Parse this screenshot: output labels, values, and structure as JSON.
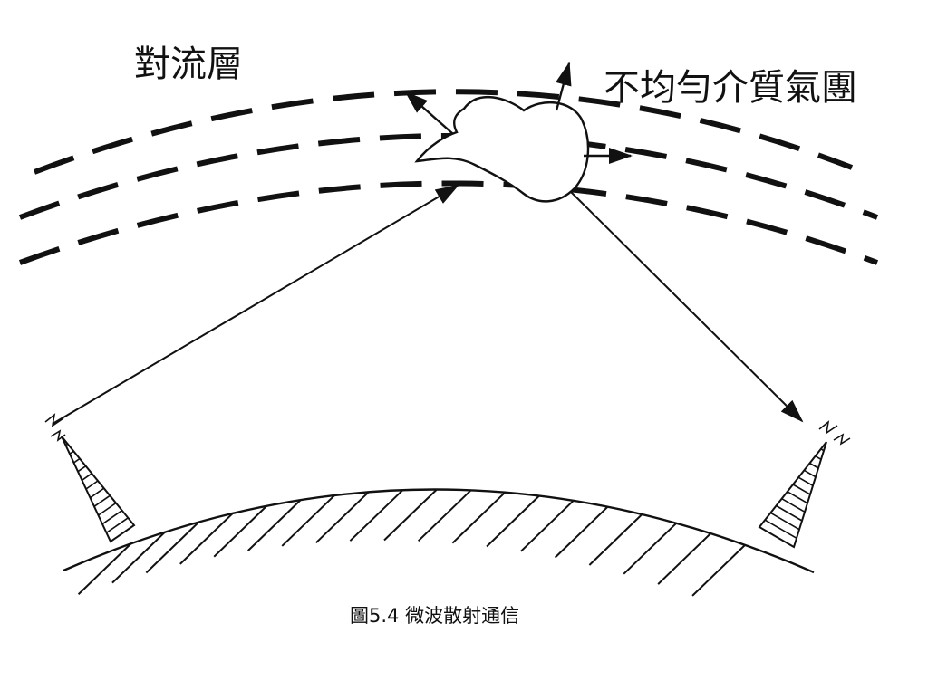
{
  "diagram": {
    "labels": {
      "troposphere": "對流層",
      "inhomogeneous_medium": "不均勻介質氣團"
    },
    "caption": "圖5.4 微波散射通信",
    "colors": {
      "ink": "#111111",
      "background": "#ffffff"
    }
  }
}
